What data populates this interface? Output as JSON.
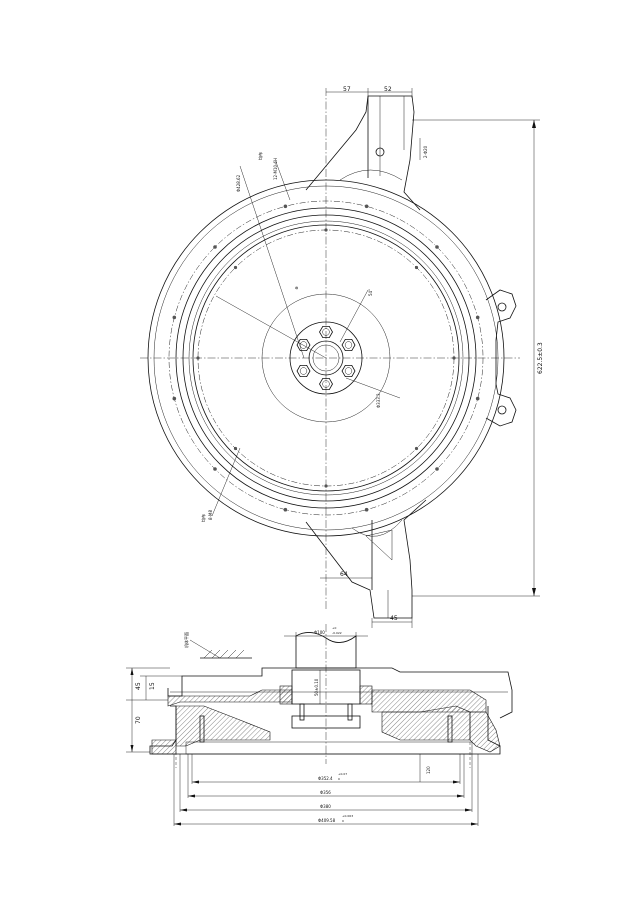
{
  "labels": {
    "dim_57": "57",
    "dim_52": "52",
    "dim_2_holes": "2-Φ20",
    "dim_12_holes": "12-M10-6H",
    "note_12_holes": "均布",
    "dim_d428": "Φ428.62",
    "dim_phi": "Φ",
    "dim_angle": "54°",
    "dim_d333": "Φ333.3",
    "dim_8_holes": "8-M8",
    "note_8_holes": "均布",
    "dim_622": "622.5±0.3",
    "dim_64": "64",
    "dim_45_right": "45",
    "dim_d100": "Φ100",
    "tol_d100_up": "+0",
    "tol_d100_dn": "-0.022",
    "note_datum": "机体平面",
    "dim_45_left": "45",
    "dim_15": "15",
    "dim_70": "70",
    "dim_50": "50±0.10",
    "dim_120": "120",
    "dim_d352": "Φ352.4",
    "tol_d352_up": "+0.07",
    "tol_d352_dn": "0",
    "dim_d356": "Φ356",
    "dim_d380": "Φ380",
    "dim_d409": "Φ409.58",
    "tol_d409_up": "+0.063",
    "tol_d409_dn": "0"
  }
}
